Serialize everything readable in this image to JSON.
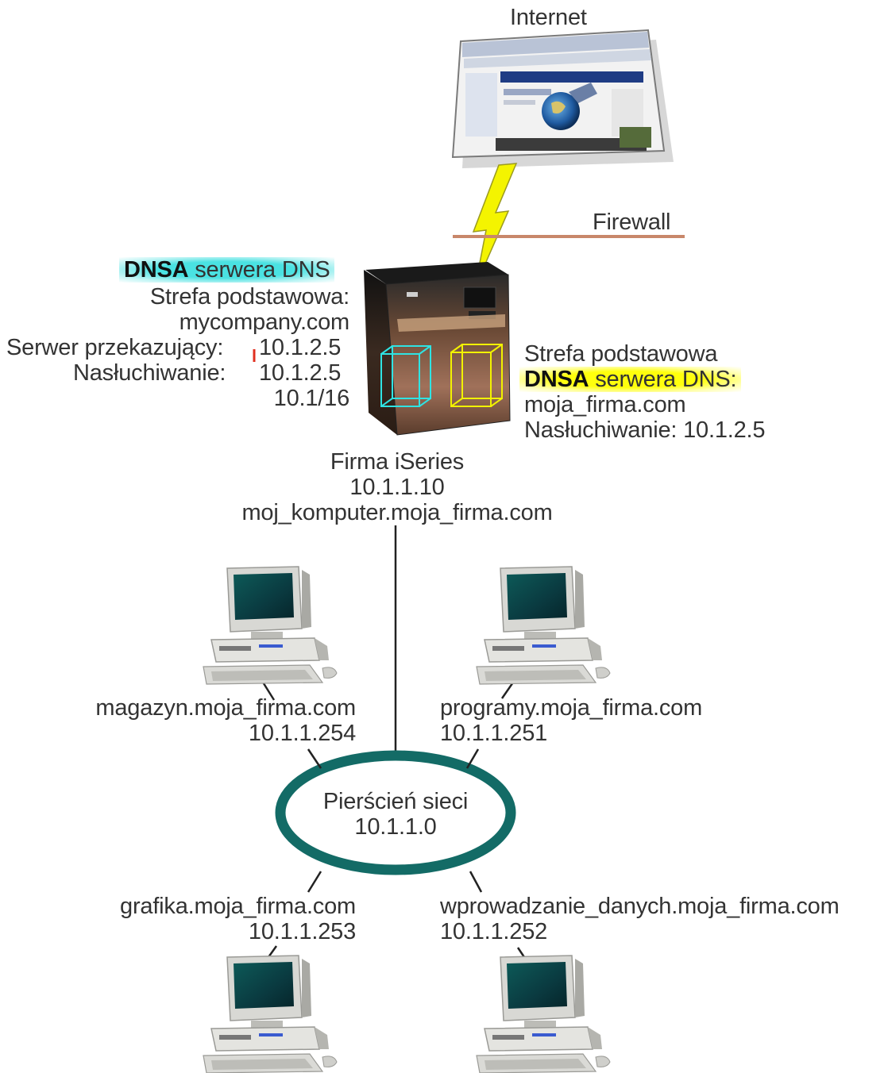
{
  "internet": {
    "label": "Internet"
  },
  "firewall": {
    "label": "Firewall"
  },
  "dns_left": {
    "title_bold": "DNSA",
    "title_rest": " serwera DNS",
    "line1": "Strefa podstawowa:",
    "line2": "mycompany.com",
    "line3_label": "Serwer przekazujący:",
    "line3_value": "10.1.2.5",
    "line4_label": "Nasłuchiwanie:",
    "line4_value": "10.1.2.5",
    "line5": "10.1/16"
  },
  "dns_right": {
    "line1": "Strefa podstawowa",
    "title_bold": "DNSA",
    "title_rest": " serwera DNS:",
    "line3": "moja_firma.com",
    "line4": "Nasłuchiwanie: 10.1.2.5"
  },
  "server": {
    "name": "Firma iSeries",
    "ip": "10.1.1.10",
    "host": "moj_komputer.moja_firma.com"
  },
  "ring": {
    "name": "Pierścień sieci",
    "ip": "10.1.1.0"
  },
  "clients": [
    {
      "host": "magazyn.moja_firma.com",
      "ip": "10.1.1.254"
    },
    {
      "host": "programy.moja_firma.com",
      "ip": "10.1.1.251"
    },
    {
      "host": "grafika.moja_firma.com",
      "ip": "10.1.1.253"
    },
    {
      "host": "wprowadzanie_danych.moja_firma.com",
      "ip": "10.1.1.252"
    }
  ],
  "colors": {
    "ring": "#136b66",
    "firewall": "#c8876a",
    "cyan_highlight": "#40e0e0",
    "yellow_highlight": "#ffff00",
    "lightning": "#f4f400"
  }
}
